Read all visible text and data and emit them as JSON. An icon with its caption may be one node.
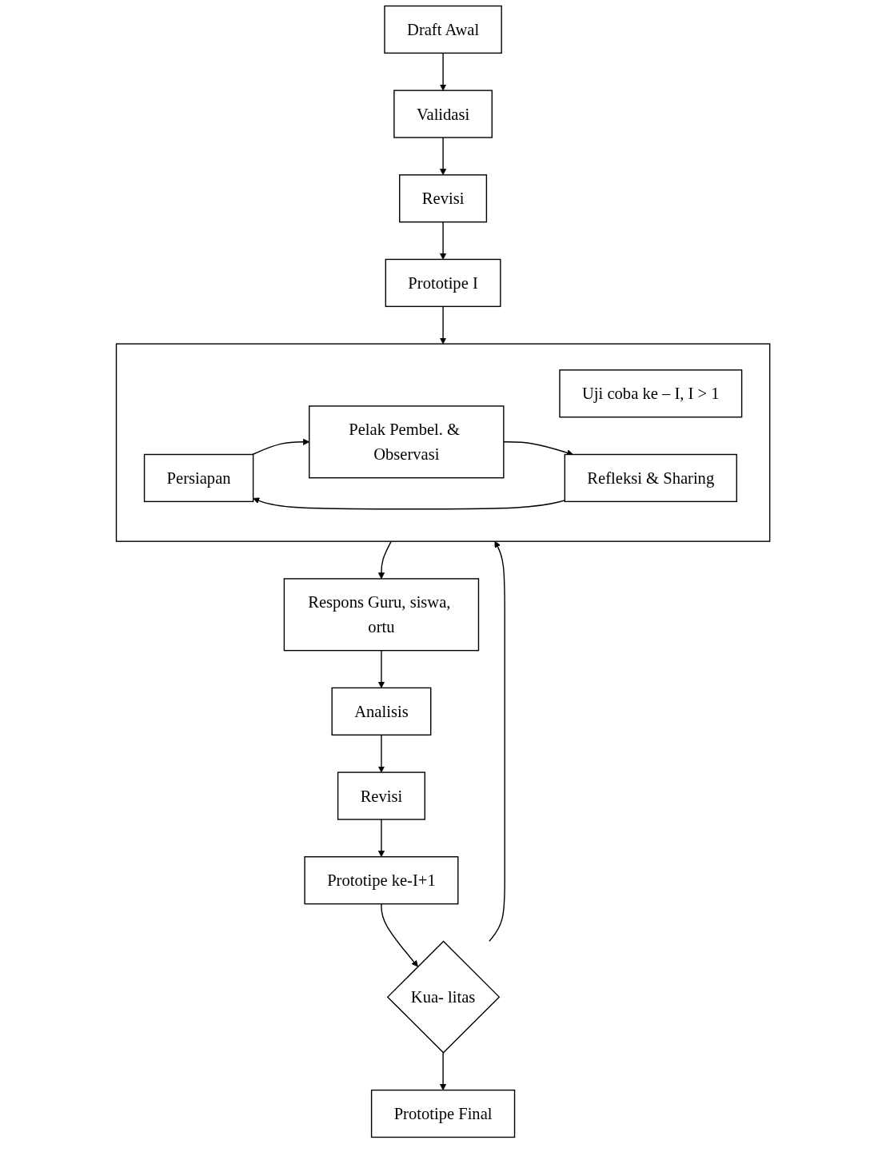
{
  "diagram": {
    "nodes": [
      {
        "text": [
          "Draft Awal"
        ]
      },
      {
        "text": [
          "Validasi"
        ]
      },
      {
        "text": [
          "Revisi"
        ]
      },
      {
        "text": [
          "Prototipe I"
        ]
      },
      {
        "text": [],
        "shape": "box"
      },
      {
        "text": [
          "Uji coba ke – I, I > 1"
        ],
        "in": 4
      },
      {
        "text": [
          "Persiapan"
        ],
        "in": 4
      },
      {
        "text": [
          "Pelak Pembel. & Observasi"
        ],
        "in": 4
      },
      {
        "text": [
          "Refleksi & Sharing"
        ],
        "in": 4
      },
      {
        "text": [
          "Respons Guru, siswa, ortu"
        ]
      },
      {
        "text": [
          "Analisis"
        ]
      },
      {
        "text": [
          "Revisi"
        ]
      },
      {
        "text": [
          "Prototipe ke-I+1"
        ]
      },
      {
        "text": [
          "Kua- litas"
        ]
      },
      {
        "text": [
          "Prototipe Final"
        ]
      }
    ],
    "edges": [
      {
        "from": 0,
        "to": 1,
        "arrow": "to"
      },
      {
        "from": 1,
        "to": 2,
        "arrow": "to"
      },
      {
        "from": 2,
        "to": 3,
        "arrow": "to"
      },
      {
        "from": 3,
        "to": 4,
        "arrow": "to"
      },
      {
        "from": 6,
        "to": 7,
        "arrow": "to"
      },
      {
        "from": 7,
        "to": 8,
        "arrow": "to"
      },
      {
        "from": 8,
        "to": 6,
        "arrow": "to"
      },
      {
        "from": 4,
        "to": 9,
        "arrow": "to"
      },
      {
        "from": 9,
        "to": 10,
        "arrow": "to"
      },
      {
        "from": 10,
        "to": 11,
        "arrow": "to"
      },
      {
        "from": 11,
        "to": 12,
        "arrow": "to"
      },
      {
        "from": 12,
        "to": 13,
        "arrow": "to"
      },
      {
        "from": 13,
        "to": 14,
        "arrow": "to"
      },
      {
        "from": 13,
        "to": 4,
        "arrow": "to"
      }
    ]
  }
}
